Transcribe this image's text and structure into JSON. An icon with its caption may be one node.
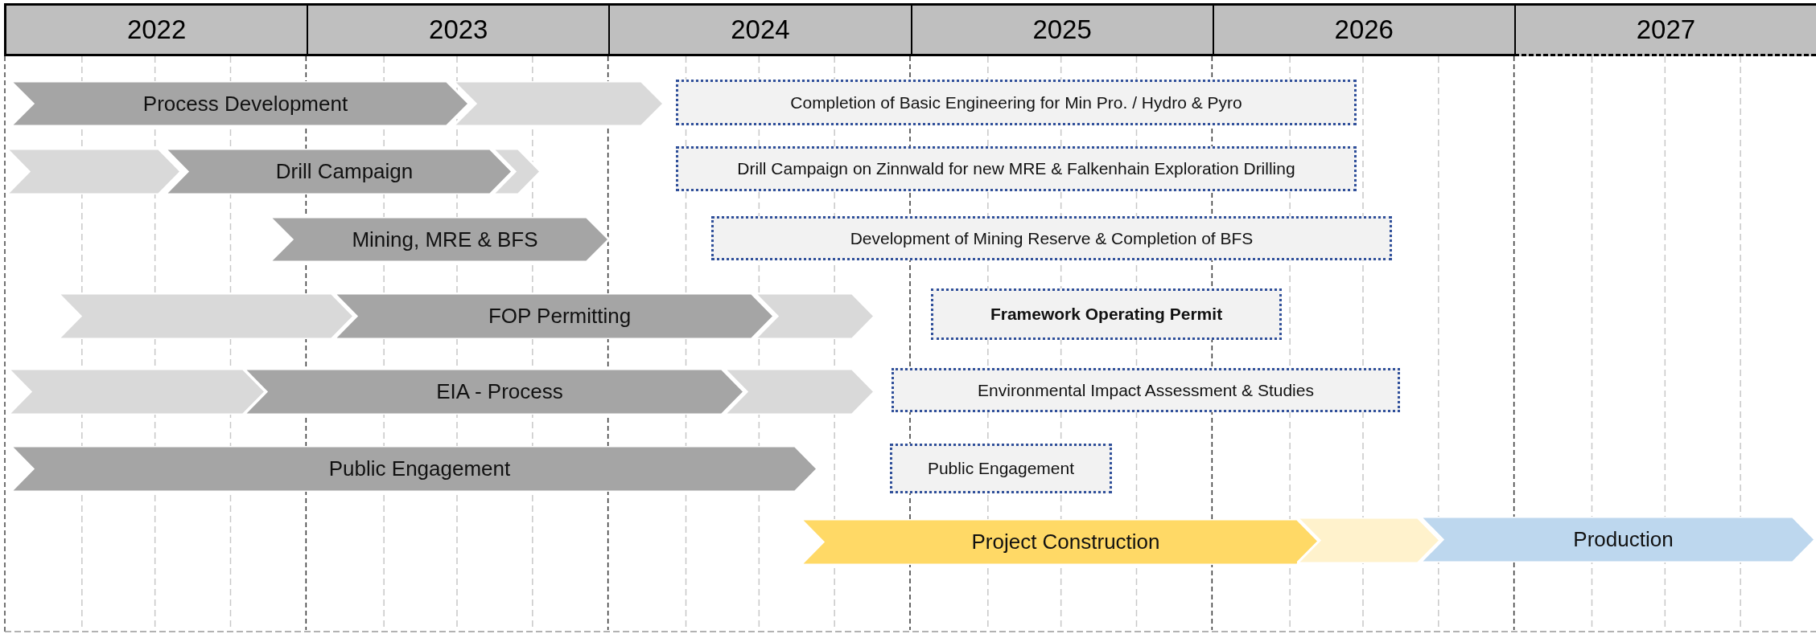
{
  "diagram": {
    "nodes": [
      {
        "text": [
          "Process Development"
        ]
      },
      {
        "text": [],
        "shape": "chevron"
      },
      {
        "text": [
          "Completion of Basic Engineering for Min Pro. / Hydro & Pyro"
        ]
      },
      {
        "text": [],
        "shape": "chevron"
      },
      {
        "text": [
          "Drill Campaign"
        ]
      },
      {
        "text": [],
        "shape": "chevron"
      },
      {
        "text": [
          "Drill Campaign on Zinnwald for new MRE & Falkenhain Exploration Drilling"
        ]
      },
      {
        "text": [
          "Mining, MRE & BFS"
        ]
      },
      {
        "text": [
          "Development of Mining Reserve & Completion of BFS"
        ]
      },
      {
        "text": [],
        "shape": "chevron"
      },
      {
        "text": [
          "FOP Permitting"
        ]
      },
      {
        "text": [],
        "shape": "chevron"
      },
      {
        "text": [
          "Framework Operating Permit"
        ]
      },
      {
        "text": [],
        "shape": "chevron"
      },
      {
        "text": [
          "EIA - Process"
        ]
      },
      {
        "text": [],
        "shape": "chevron"
      },
      {
        "text": [
          "Environmental Impact Assessment & Studies"
        ]
      },
      {
        "text": [
          "Public Engagement"
        ]
      },
      {
        "text": [
          "Public Engagement"
        ]
      },
      {
        "text": [
          "Project Construction"
        ]
      },
      {
        "text": [],
        "shape": "chevron"
      },
      {
        "text": [
          "Production"
        ]
      }
    ],
    "labels": [
      "2022",
      "2023",
      "2024",
      "2025",
      "2026",
      "2027"
    ]
  }
}
